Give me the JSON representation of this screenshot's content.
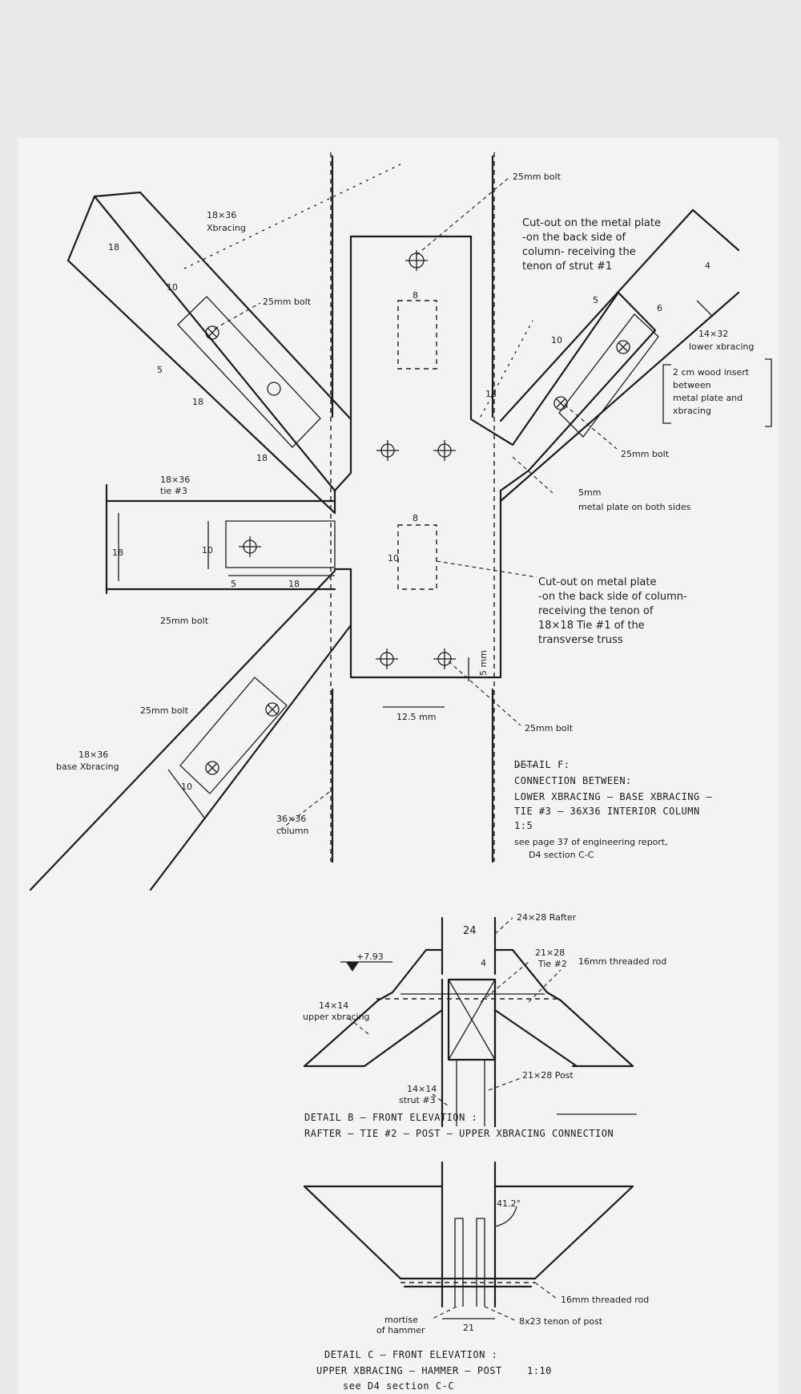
{
  "detail_f": {
    "bolt_top_right": "25mm bolt",
    "cutout_top": "Cut-out on the metal plate",
    "cutout_top_2": "-on the back side of",
    "cutout_top_3": "column- receiving the",
    "cutout_top_4": "tenon of strut #1",
    "upper_left_member": "18×36",
    "upper_left_member_2": "Xbracing",
    "bolt_upper_left": "25mm bolt",
    "right_member": "14×32",
    "right_member_2": "lower xbracing",
    "wood_insert": "2 cm wood insert",
    "wood_insert_2": "between",
    "wood_insert_3": "metal plate and",
    "wood_insert_4": "xbracing",
    "bolt_right": "25mm bolt",
    "plate_note": "5mm",
    "plate_note_2": "metal plate on both sides",
    "tie_member": "18×36",
    "tie_member_2": "tie #3",
    "cutout_mid": "Cut-out on metal plate",
    "cutout_mid_2": "-on the back side of column-",
    "cutout_mid_3": "receiving the tenon of",
    "cutout_mid_4": "18×18 Tie #1 of the",
    "cutout_mid_5": "transverse truss",
    "bolt_left": "25mm bolt",
    "bolt_lower_left": "25mm bolt",
    "base_member": "18×36",
    "base_member_2": "base Xbracing",
    "column_member": "36×36",
    "column_member_2": "column",
    "bolt_bottom": "25mm bolt",
    "dim_spacing": "12.5 mm",
    "dim_vertical": "5 mm",
    "caption_title": "DETAIL F:",
    "caption_line1": "CONNECTION BETWEEN:",
    "caption_line2": "LOWER XBRACING – BASE XBRACING –",
    "caption_line3": "TIE #3 – 36X36 INTERIOR COLUMN",
    "caption_line4": "1:5",
    "caption_line5": "see page 37 of engineering report,",
    "caption_line6": "D4 section C-C",
    "dims": {
      "d18_top": "18",
      "d10_left": "10",
      "d5_left": "5",
      "d18_left": "18",
      "d18_diag": "18",
      "d18_tie": "18",
      "d10_tie": "10",
      "d5_tie": "5",
      "d18_tie_len": "18",
      "d8_top": "8",
      "d8_mid": "8",
      "d10_mid": "10",
      "d4_right": "4",
      "d5_right": "5",
      "d6_right": "6",
      "d10_right": "10",
      "d18_right": "18",
      "d10_bottom": "10"
    }
  },
  "detail_b": {
    "rafter": "24×28 Rafter",
    "dim_24": "24",
    "level": "+7.93",
    "dim_4": "4",
    "tie": "21×28",
    "tie_2": "Tie #2",
    "rod": "16mm threaded rod",
    "upper_brace": "14×14",
    "upper_brace_2": "upper xbracing",
    "post": "21×28 Post",
    "strut": "14×14",
    "strut_2": "strut #3",
    "caption1": "DETAIL B – FRONT ELEVATION :",
    "caption2": "RAFTER – TIE #2 – POST – UPPER XBRACING CONNECTION"
  },
  "detail_c": {
    "angle": "41.2°",
    "rod": "16mm threaded rod",
    "mortise": "mortise",
    "mortise_2": "of hammer",
    "dim_21": "21",
    "tenon": "8x23 tenon of post",
    "caption1": "DETAIL C – FRONT ELEVATION :",
    "caption2": "UPPER XBRACING – HAMMER – POST",
    "scale": "1:10",
    "caption3": "see D4 section C-C"
  }
}
